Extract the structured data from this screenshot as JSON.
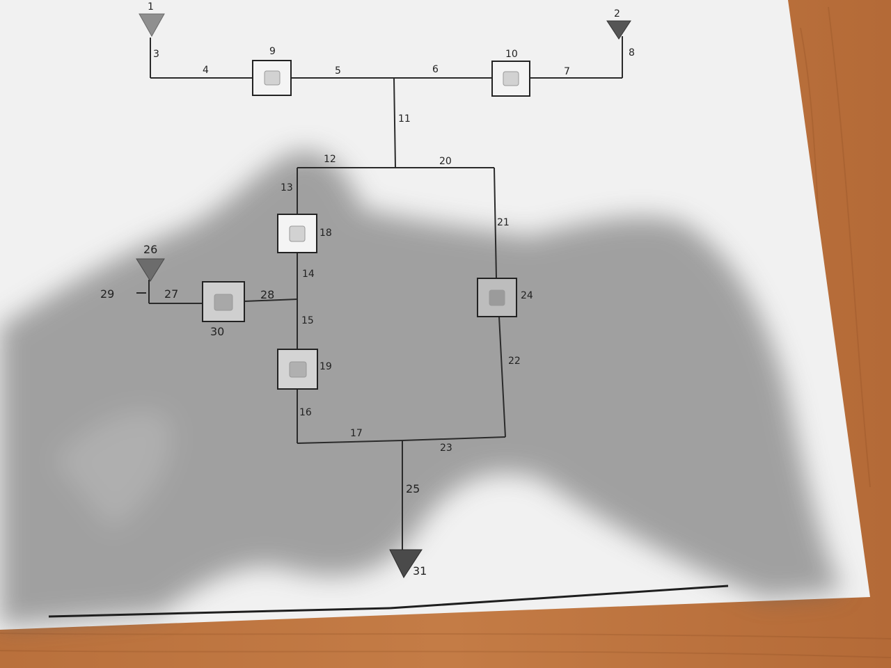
{
  "diagram": {
    "nodes": {
      "source_1": {
        "label": "1"
      },
      "source_2": {
        "label": "2"
      },
      "source_26": {
        "label": "26"
      },
      "sink_31": {
        "label": "31"
      },
      "box_9": {
        "label": "9"
      },
      "box_10": {
        "label": "10"
      },
      "box_18": {
        "label": "18"
      },
      "box_19": {
        "label": "19"
      },
      "box_24": {
        "label": "24"
      },
      "box_30": {
        "label": "30"
      }
    },
    "edges": [
      {
        "label": "3"
      },
      {
        "label": "4"
      },
      {
        "label": "5"
      },
      {
        "label": "6"
      },
      {
        "label": "7"
      },
      {
        "label": "8"
      },
      {
        "label": "11"
      },
      {
        "label": "12"
      },
      {
        "label": "13"
      },
      {
        "label": "14"
      },
      {
        "label": "15"
      },
      {
        "label": "16"
      },
      {
        "label": "17"
      },
      {
        "label": "20"
      },
      {
        "label": "21"
      },
      {
        "label": "22"
      },
      {
        "label": "23"
      },
      {
        "label": "25"
      },
      {
        "label": "27"
      },
      {
        "label": "28"
      },
      {
        "label": "29"
      }
    ]
  },
  "colors": {
    "paper": "#f2f2f2",
    "shadow": "#6e6e6e",
    "ink": "#2a2a2a",
    "table": "#bd7540"
  }
}
